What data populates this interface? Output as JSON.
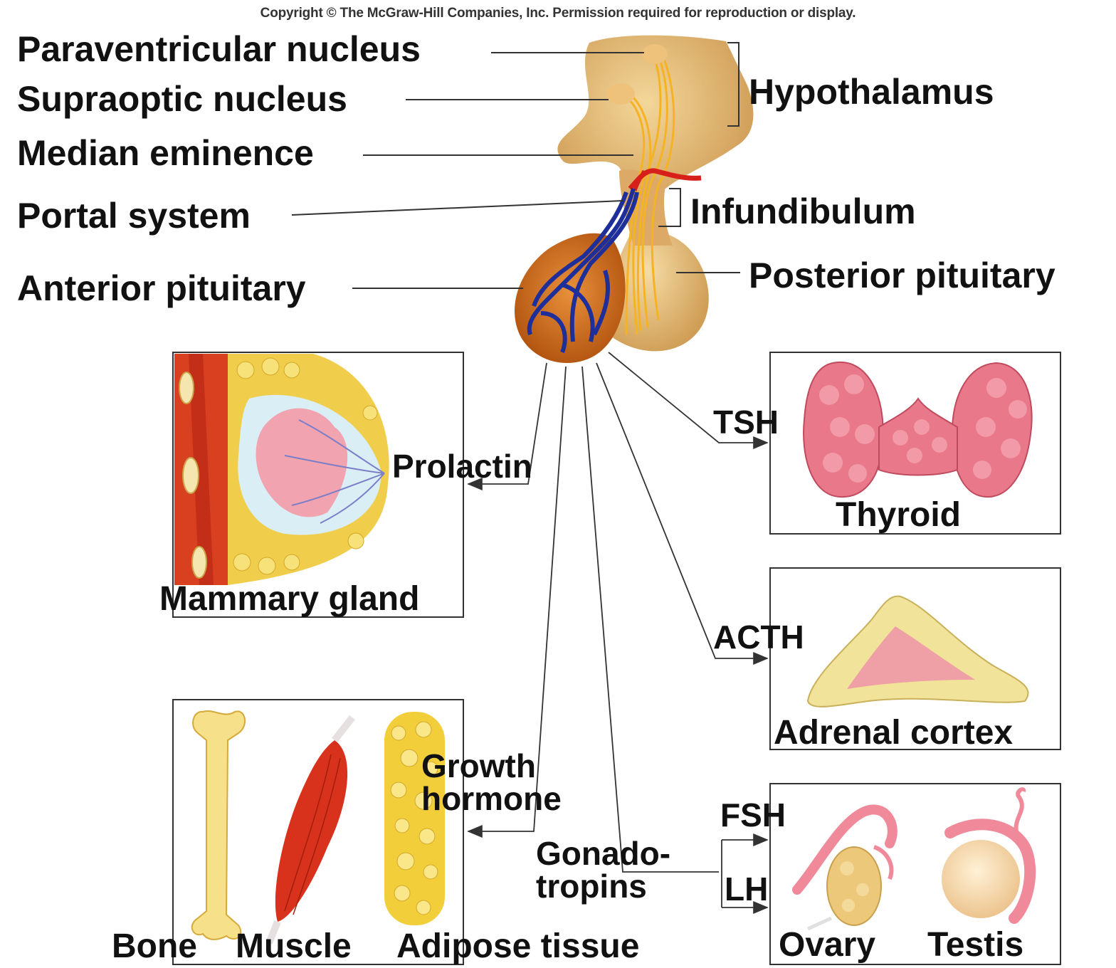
{
  "copyright": "Copyright © The McGraw-Hill Companies, Inc. Permission required for reproduction or display.",
  "labels": {
    "paraventricular": "Paraventricular nucleus",
    "supraoptic": "Supraoptic nucleus",
    "hypothalamus": "Hypothalamus",
    "median_eminence": "Median eminence",
    "portal_system": "Portal system",
    "infundibulum": "Infundibulum",
    "anterior_pituitary": "Anterior pituitary",
    "posterior_pituitary": "Posterior pituitary"
  },
  "hormones": {
    "prolactin": "Prolactin",
    "tsh": "TSH",
    "acth": "ACTH",
    "growth_hormone": [
      "Growth",
      "hormone"
    ],
    "gonadotropins": [
      "Gonado-",
      "tropins"
    ],
    "fsh": "FSH",
    "lh": "LH"
  },
  "targets": {
    "mammary_gland": "Mammary gland",
    "thyroid": "Thyroid",
    "adrenal_cortex": "Adrenal cortex",
    "bone": "Bone",
    "muscle": "Muscle",
    "adipose_tissue": "Adipose tissue",
    "ovary": "Ovary",
    "testis": "Testis"
  },
  "colors": {
    "gland_tan": "#d9a860",
    "anterior_orange": "#c96a1c",
    "portal_blue": "#1f2f9a",
    "artery_red": "#d8201a",
    "axon_yellow": "#f5b324",
    "thyroid_pink": "#e8788a",
    "adipose_yellow": "#f2cf3a",
    "muscle_red": "#c8321e"
  }
}
